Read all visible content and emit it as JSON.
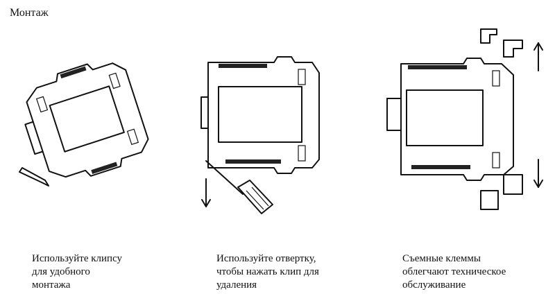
{
  "title": "Монтаж",
  "captions": [
    {
      "lines": [
        "Используйте клипсу",
        "для удобного",
        "монтажа"
      ]
    },
    {
      "lines": [
        "Используйте отвертку,",
        "чтобы нажать клип для",
        "удаления"
      ]
    },
    {
      "lines": [
        "Съемные клеммы",
        "облегчают техническое",
        "обслуживание"
      ]
    }
  ]
}
